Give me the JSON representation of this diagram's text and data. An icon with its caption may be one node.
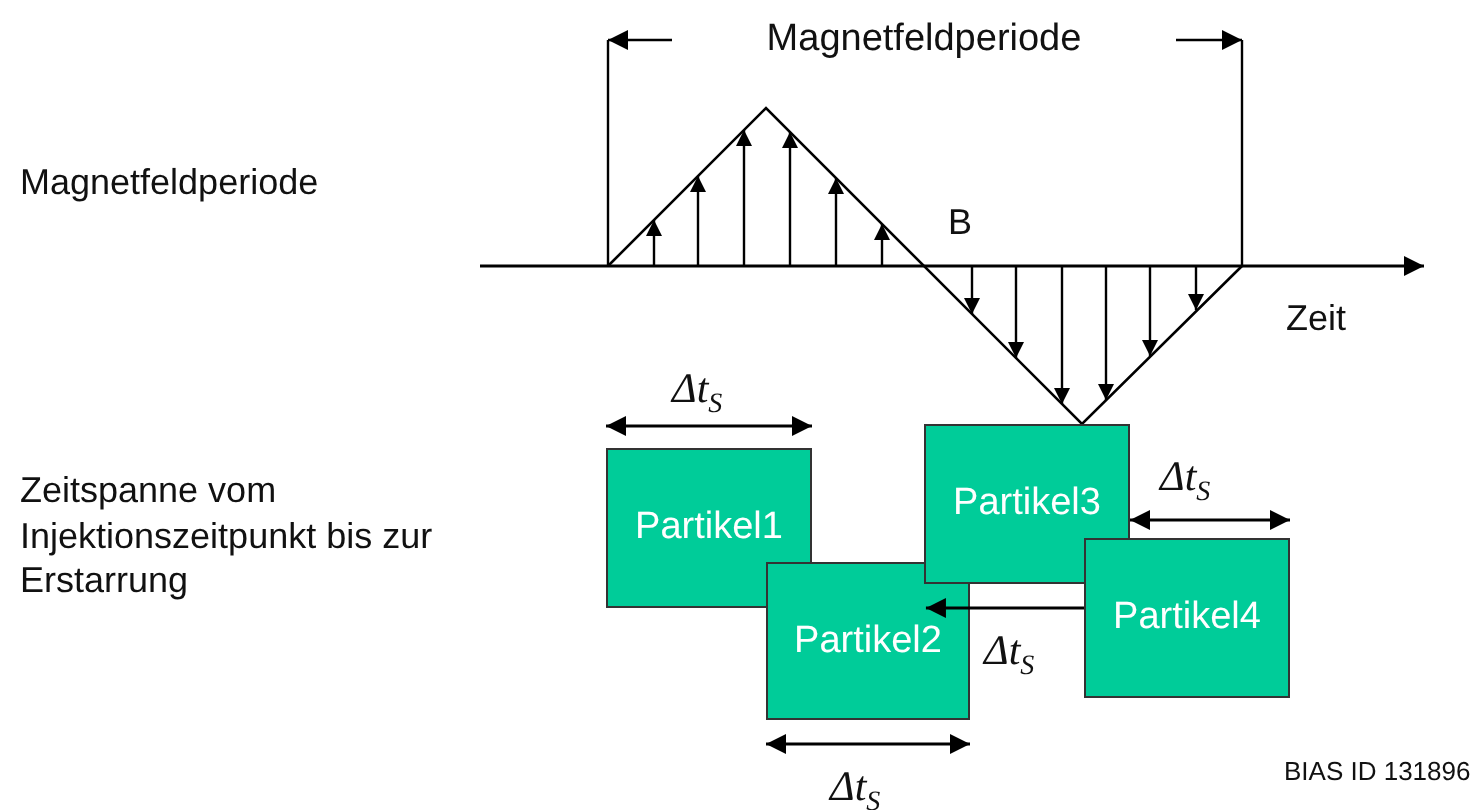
{
  "diagram": {
    "nodes": [
      {
        "text": [
          "Partikel1"
        ],
        "beside": [
          "Δt$_{S}$"
        ]
      },
      {
        "text": [
          "Partikel2"
        ],
        "beside": [
          "Δt$_{S}$"
        ]
      },
      {
        "text": [
          "Partikel3"
        ]
      },
      {
        "text": [
          "Partikel4"
        ]
      }
    ],
    "edges": [
      {
        "from": 2,
        "to": 3,
        "arrow": "both",
        "label": "Δt$_{S}$"
      },
      {
        "from": 3,
        "to": 1,
        "arrow": "to",
        "label": "Δt$_{S}$"
      }
    ],
    "labels": [
      "Magnetfeldperiode",
      "Magnetfeldperiode",
      "B",
      "Zeit",
      "Zeitspanne vom Injektionszeitpunkt bis zur Erstarrung",
      "BIAS ID 131896"
    ]
  }
}
